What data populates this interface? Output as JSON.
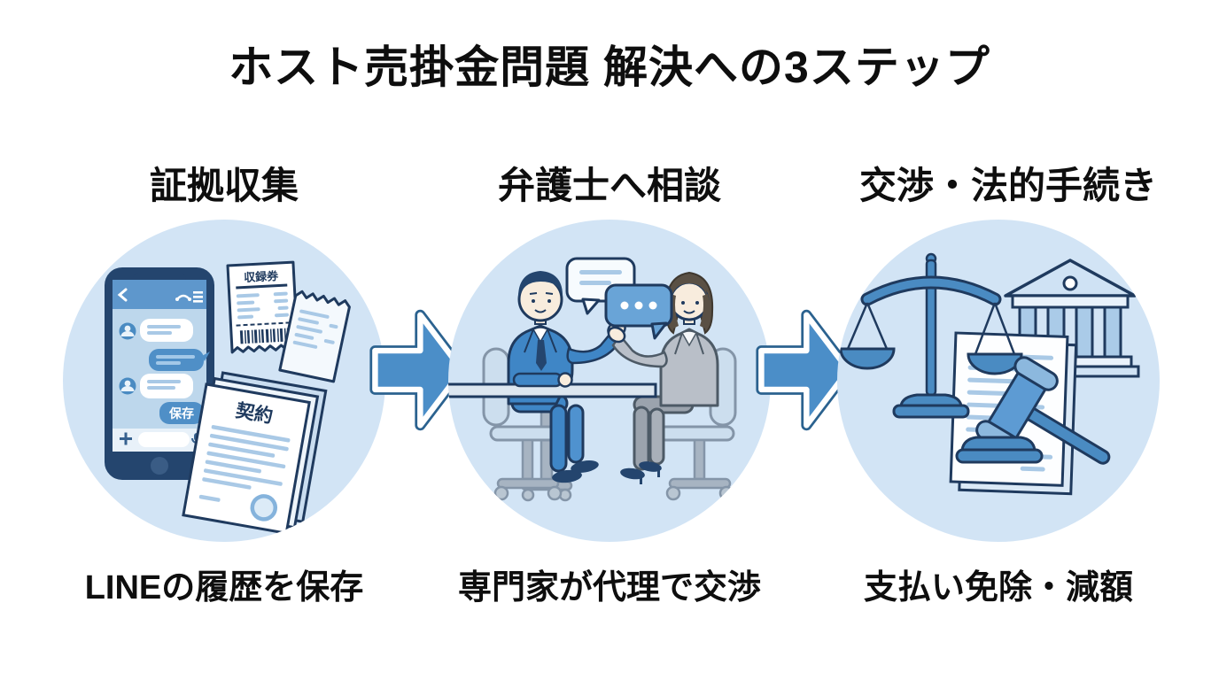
{
  "title": "ホスト売掛金問題 解決への3ステップ",
  "steps": [
    {
      "heading": "証拠収集",
      "caption": "LINEの履歴を保存",
      "illustration": {
        "name": "smartphone-line-chat-with-receipts-and-contract",
        "save_bubble_label": "保存",
        "receipt_title": "収録券",
        "contract_title": "契約"
      }
    },
    {
      "heading": "弁護士へ相談",
      "caption": "専門家が代理で交渉",
      "illustration": {
        "name": "lawyer-and-client-consultation-at-table"
      }
    },
    {
      "heading": "交渉・法的手続き",
      "caption": "支払い免除・減額",
      "illustration": {
        "name": "scales-of-justice-courthouse-gavel-document"
      }
    }
  ],
  "colors": {
    "background": "#ffffff",
    "text": "#0e0e0e",
    "circle_fill": "#d2e4f5",
    "outline_navy": "#1f3a5e",
    "primary_blue": "#4a8bc2",
    "light_blue_lines": "#a9c9e6",
    "arrow_fill": "#4b8ec8",
    "arrow_outline": "#2b628f"
  }
}
